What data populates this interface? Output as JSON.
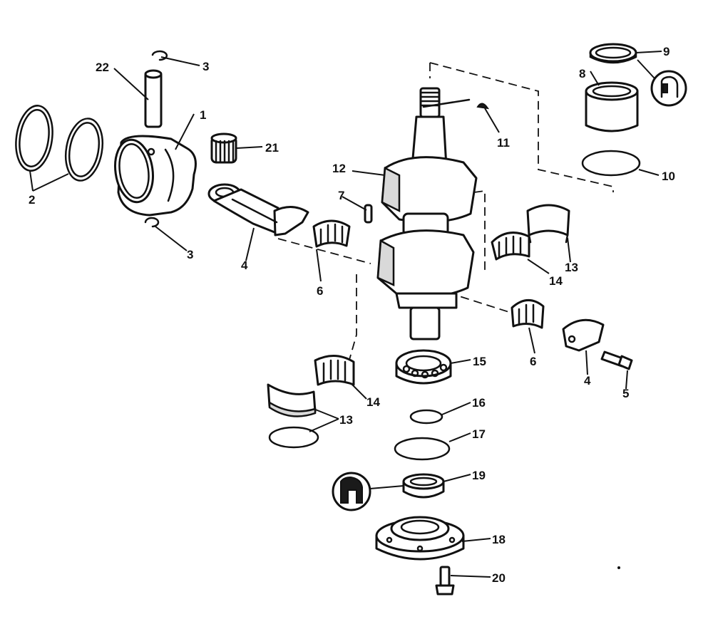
{
  "diagram": {
    "callouts": {
      "c1": "1",
      "c2": "2",
      "c3a": "3",
      "c3b": "3",
      "c4a": "4",
      "c4b": "4",
      "c5": "5",
      "c6a": "6",
      "c6b": "6",
      "c7": "7",
      "c8": "8",
      "c9": "9",
      "c10": "10",
      "c11": "11",
      "c12": "12",
      "c13a": "13",
      "c13b": "13",
      "c14a": "14",
      "c14b": "14",
      "c15": "15",
      "c16": "16",
      "c17": "17",
      "c18": "18",
      "c19": "19",
      "c20": "20",
      "c21": "21",
      "c22": "22"
    },
    "colors": {
      "ink": "#111111",
      "paper": "#ffffff",
      "shade": "#d9d9d9"
    },
    "icons": [
      "sealant-symbol-icon",
      "sealant-symbol-icon"
    ]
  }
}
